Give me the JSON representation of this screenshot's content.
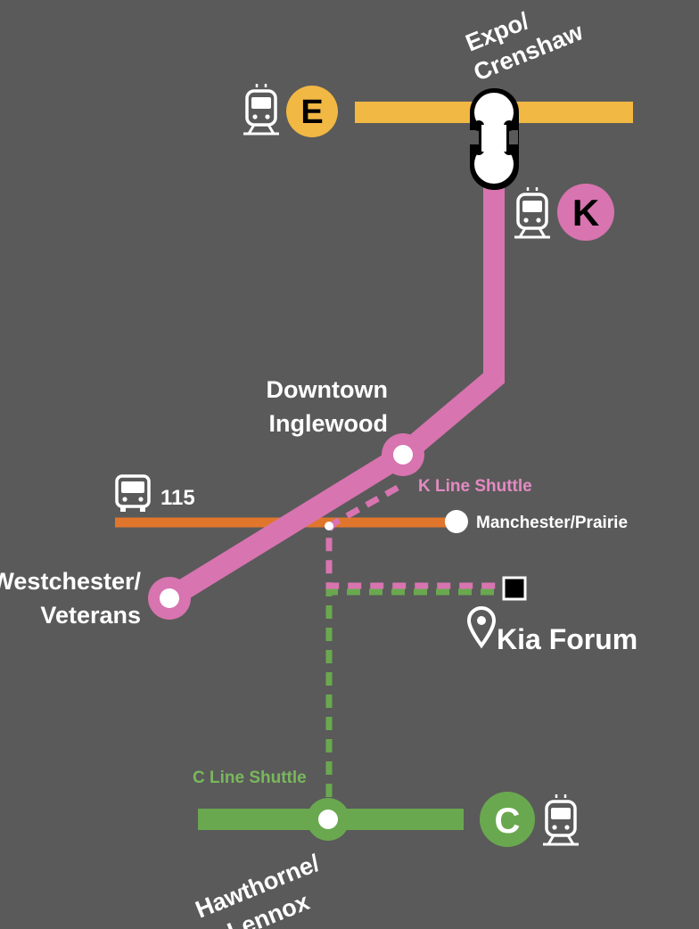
{
  "colors": {
    "background": "#5a5a5a",
    "e_line": "#f2b844",
    "k_line": "#d874b0",
    "c_line": "#6aa84f",
    "bus_115": "#e0762c",
    "k_shuttle": "#d874b0",
    "c_shuttle": "#6aa84f",
    "station_fill": "#ffffff",
    "text": "#ffffff"
  },
  "lines": {
    "e": {
      "letter": "E",
      "icon": "train-icon"
    },
    "k": {
      "letter": "K",
      "icon": "train-icon"
    },
    "c": {
      "letter": "C",
      "icon": "train-icon"
    },
    "bus": {
      "route": "115",
      "icon": "bus-icon"
    }
  },
  "stations": {
    "expo_crenshaw": {
      "line1": "Expo/",
      "line2": "Crenshaw"
    },
    "downtown_inglewood": {
      "line1": "Downtown",
      "line2": "Inglewood"
    },
    "westchester_veterans": {
      "line1": "Westchester/",
      "line2": "Veterans"
    },
    "manchester_prairie": {
      "name": "Manchester/Prairie"
    },
    "hawthorne_lennox": {
      "line1": "Hawthorne/",
      "line2": "Lennox"
    }
  },
  "shuttles": {
    "k_label": "K Line Shuttle",
    "c_label": "C Line Shuttle"
  },
  "destination": {
    "name": "Kia Forum",
    "icon": "map-pin-icon"
  }
}
